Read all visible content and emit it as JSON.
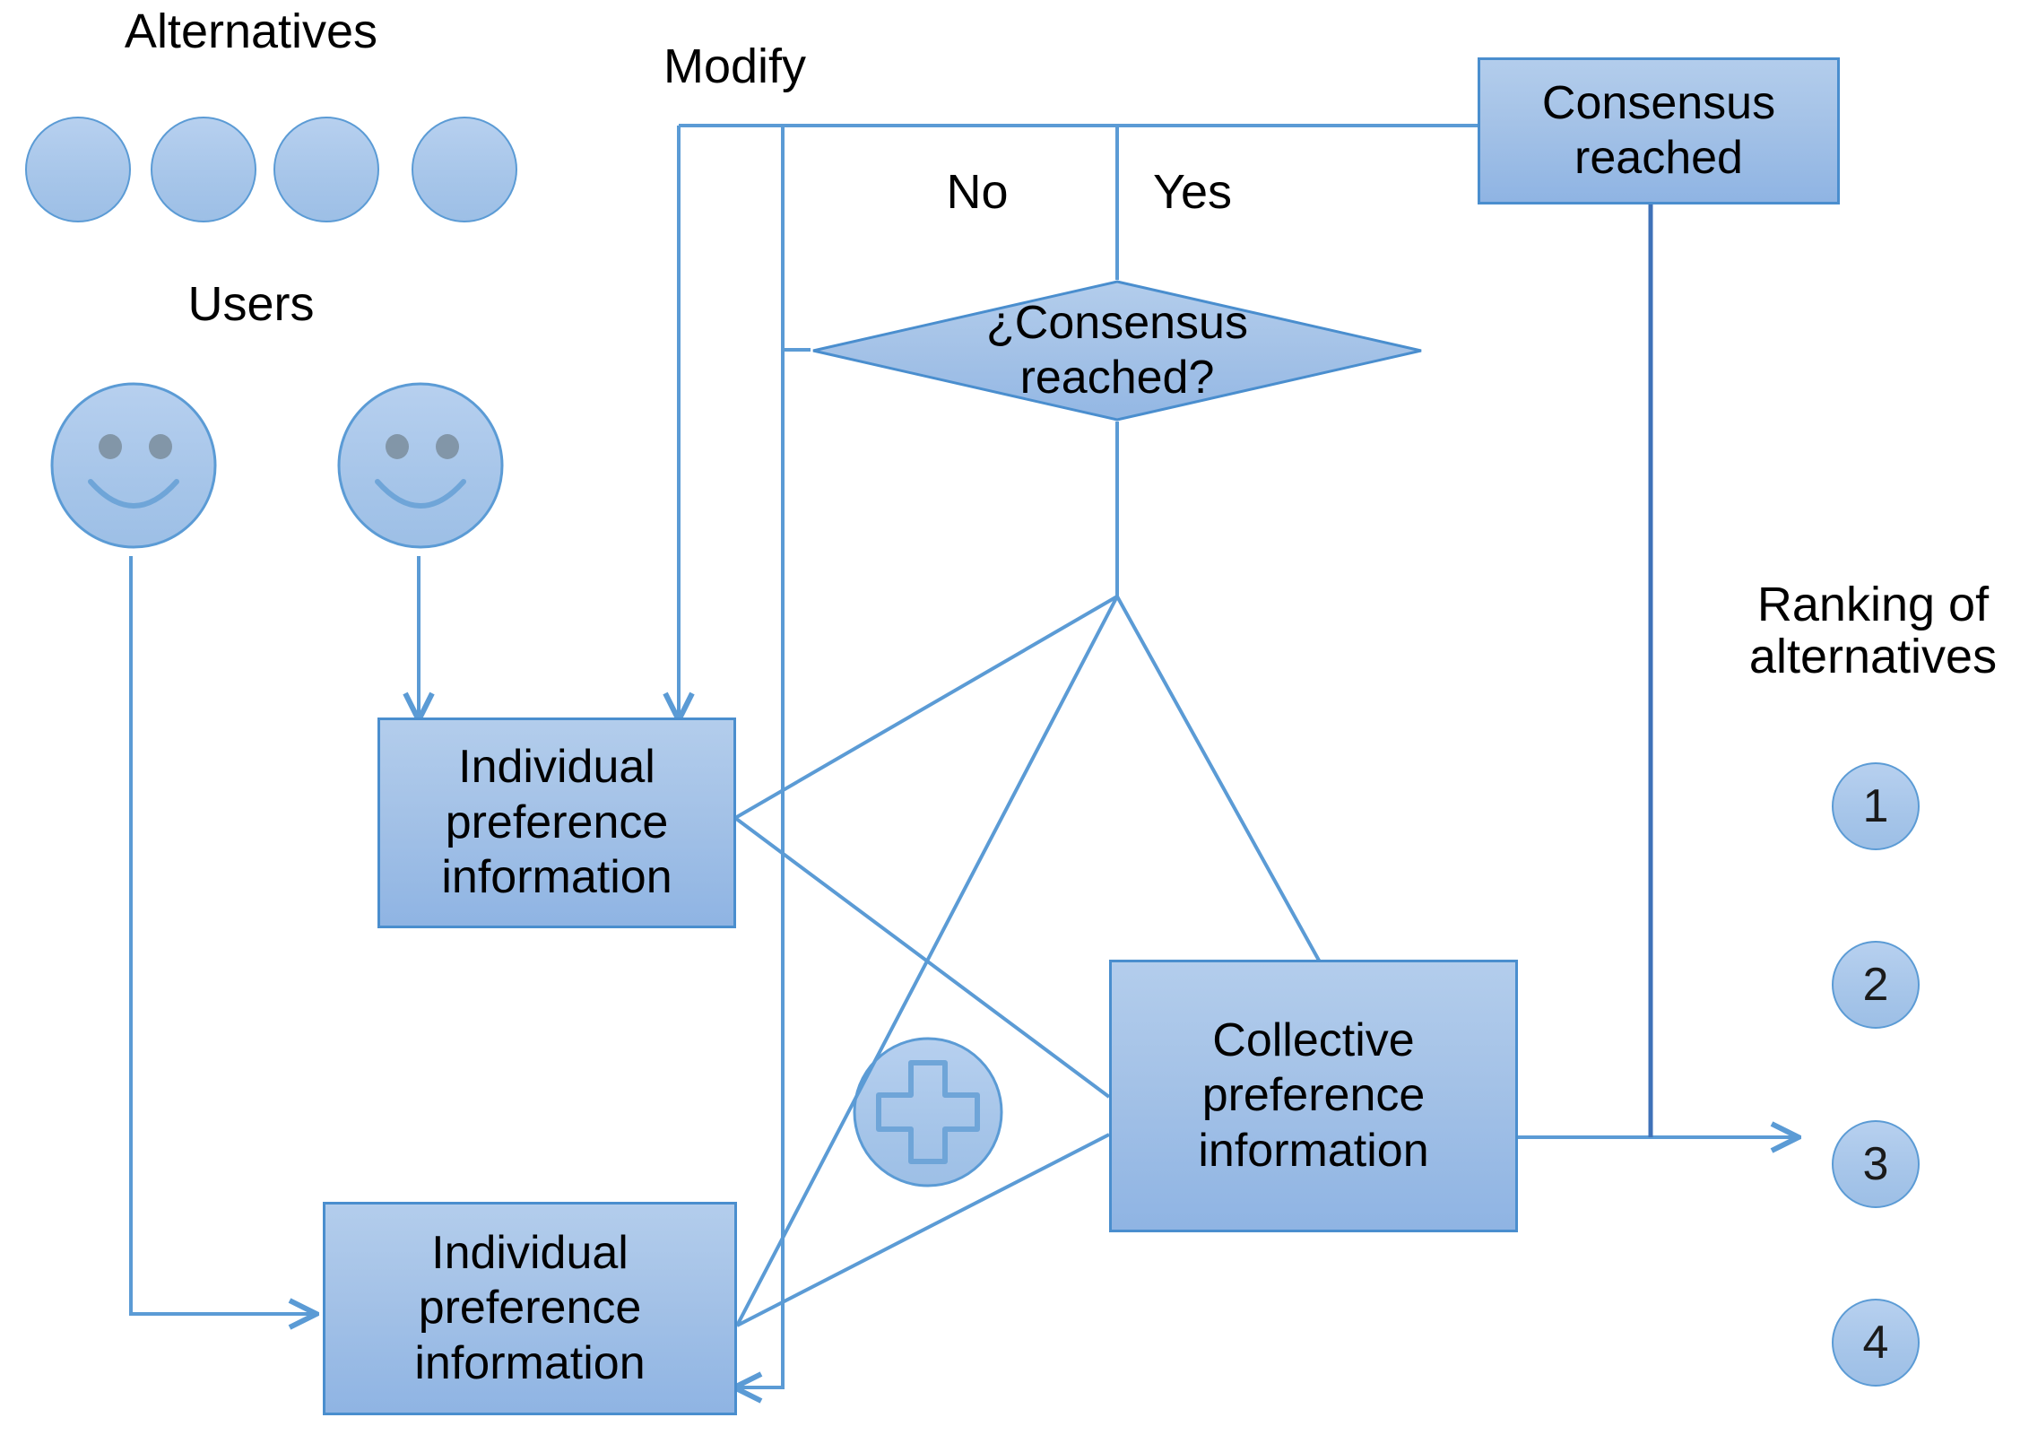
{
  "diagram": {
    "title": "Group decision making consensus process flowchart",
    "colors": {
      "shape_fill": "#a4c2e7",
      "shape_fill_light": "#b3cdec",
      "shape_fill_dark": "#8fb4e3",
      "shape_border": "#4a8ece",
      "connector": "#5b9bd5",
      "connector_dark": "#3f72b8",
      "text": "#000000",
      "face_eye": "#8296a8"
    },
    "labels": {
      "alternatives": "Alternatives",
      "users": "Users",
      "modify": "Modify",
      "no": "No",
      "yes": "Yes",
      "ranking": "Ranking of\nalternatives"
    },
    "nodes": {
      "consensus_decision": "¿Consensus\nreached?",
      "consensus_reached": "Consensus\nreached",
      "individual_pref_top": "Individual\npreference\ninformation",
      "individual_pref_bottom": "Individual\npreference\ninformation",
      "collective_pref": "Collective\npreference\ninformation"
    },
    "alternatives_count": 4,
    "users_count": 2,
    "ranking_items": [
      "1",
      "2",
      "3",
      "4"
    ],
    "aggregation_icon": "plus-icon",
    "edges": [
      {
        "from": "user-1",
        "to": "individual-preference-bottom",
        "style": "orthogonal-arrow"
      },
      {
        "from": "user-2",
        "to": "individual-preference-top",
        "style": "vertical-arrow"
      },
      {
        "from": "modify-branch-left",
        "to": "individual-preference-top",
        "style": "vertical-arrow"
      },
      {
        "from": "modify-branch-right",
        "to": "individual-preference-bottom",
        "style": "orthogonal-arrow"
      },
      {
        "from": "consensus-decision-no",
        "to": "modify-junction",
        "style": "orthogonal"
      },
      {
        "from": "consensus-decision-yes",
        "to": "consensus-reached",
        "style": "orthogonal"
      },
      {
        "from": "consensus-decision-bottom",
        "to": "fan-junction",
        "style": "vertical"
      },
      {
        "from": "fan-junction",
        "to": "individual-preference-top",
        "style": "diagonal"
      },
      {
        "from": "fan-junction",
        "to": "individual-preference-bottom",
        "style": "diagonal"
      },
      {
        "from": "fan-junction",
        "to": "collective-preference",
        "style": "diagonal"
      },
      {
        "from": "individual-preference-top",
        "to": "collective-preference",
        "style": "diagonal"
      },
      {
        "from": "individual-preference-bottom",
        "to": "collective-preference",
        "style": "diagonal"
      },
      {
        "from": "collective-preference",
        "to": "ranking-3",
        "style": "horizontal-arrow"
      },
      {
        "from": "consensus-reached",
        "to": "ranking-connector",
        "style": "vertical"
      }
    ]
  }
}
